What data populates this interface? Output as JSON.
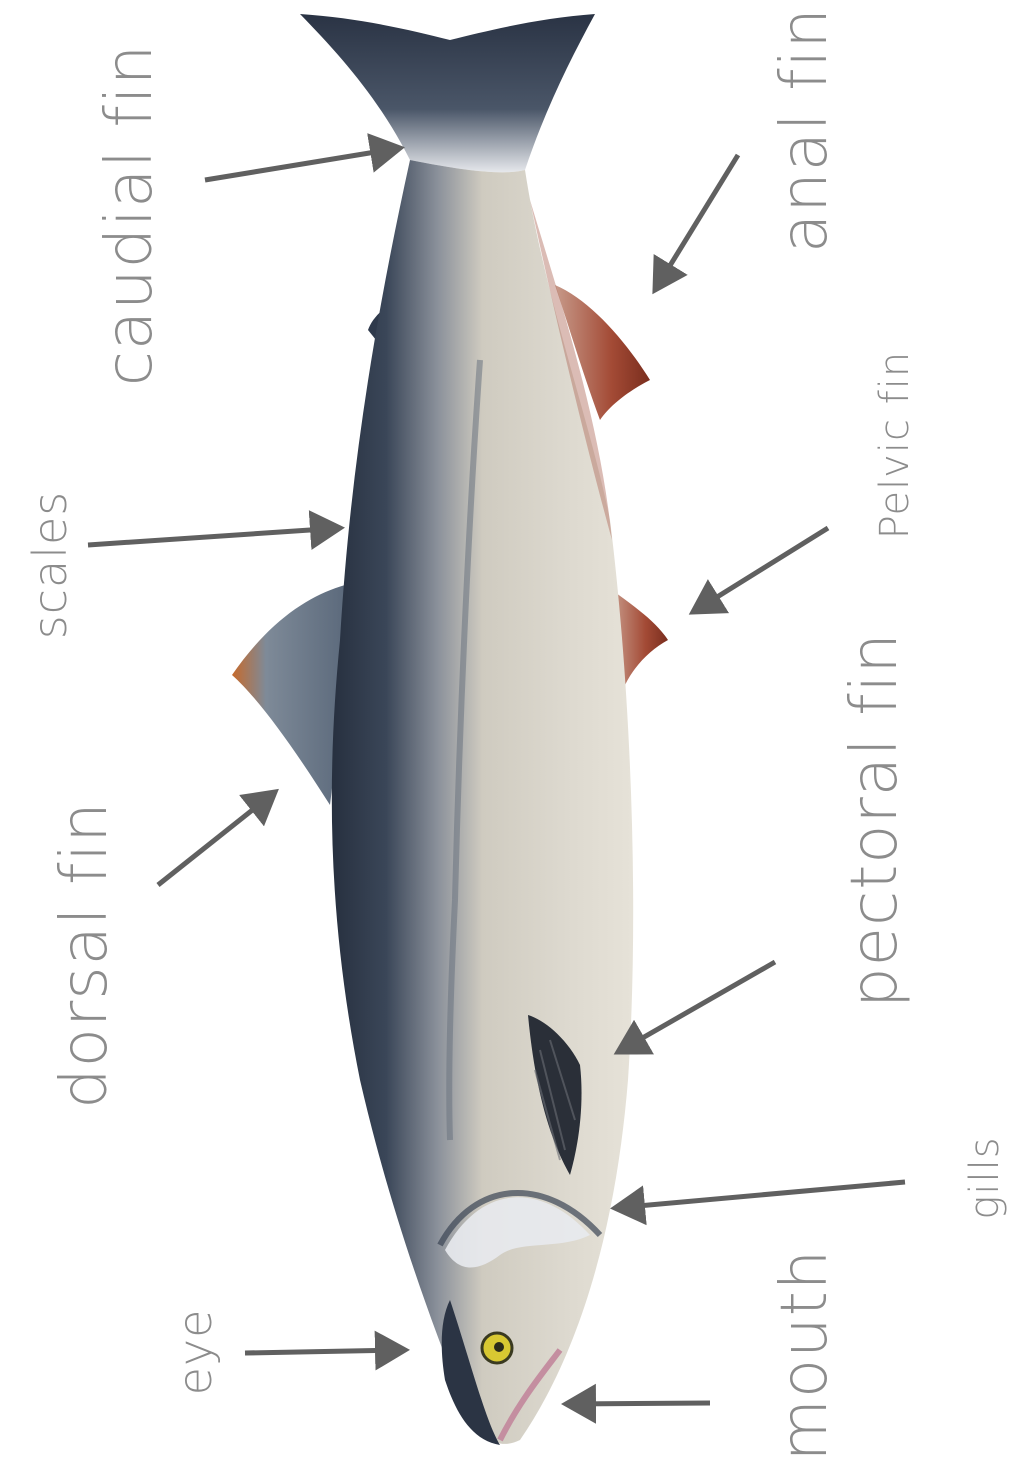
{
  "diagram": {
    "subject": "salmon",
    "labels": {
      "caudial_fin": "caudial fin",
      "anal_fin": "anal fin",
      "scales": "scales",
      "pelvic_fin": "Pelvic fin",
      "dorsal_fin": "dorsal fin",
      "pectoral_fin": "pectoral fin",
      "gills": "gills",
      "eye": "eye",
      "mouth": "mouth"
    }
  },
  "colors": {
    "label_text": "#8c8c8c",
    "arrow": "#606060",
    "fish_back": "#2f3a4c",
    "fish_belly": "#dcd8cc",
    "fin_red": "#a84a34",
    "eye_yellow": "#d8c832"
  }
}
